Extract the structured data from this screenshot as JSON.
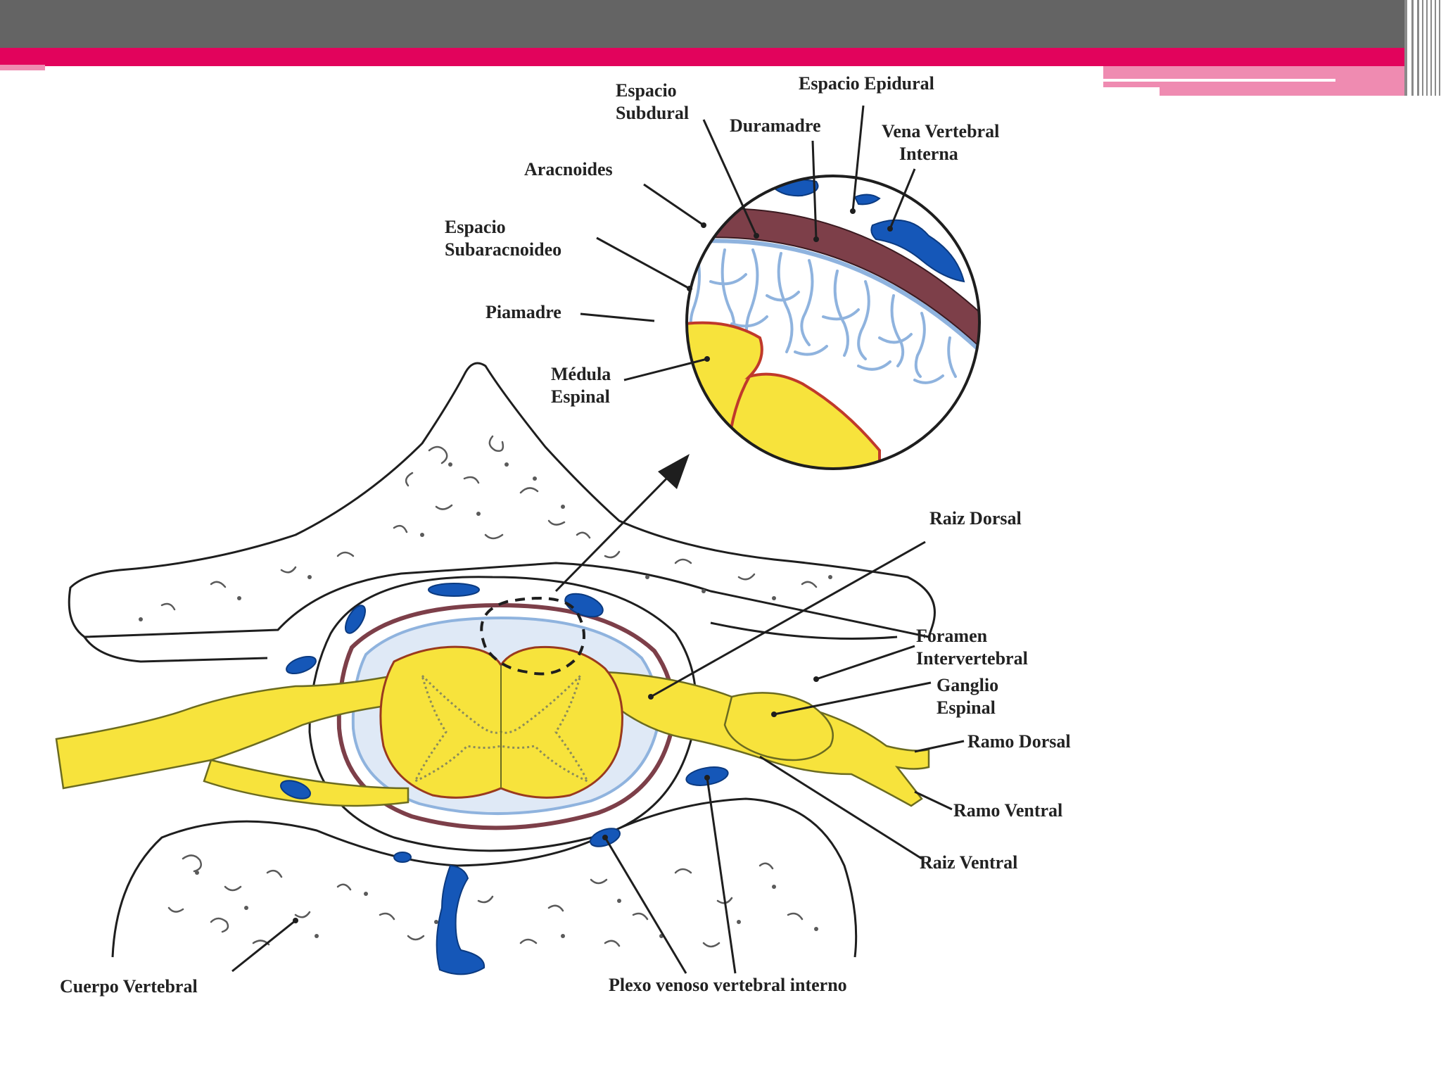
{
  "colors": {
    "header_bar": "#646464",
    "accent_pink": "#e2035c",
    "accent_pink_light": "#ef8bb1",
    "cord_yellow": "#f7e33c",
    "vein_blue": "#1557b8",
    "dura_maroon": "#7d3f49",
    "trabecula_blue": "#8fb3de",
    "line": "#1e1e1e"
  },
  "labels": {
    "espacio_subdural": [
      "Espacio",
      "Subdural"
    ],
    "espacio_epidural": "Espacio Epidural",
    "duramadre": "Duramadre",
    "vena_vertebral_interna": [
      "Vena Vertebral",
      "Interna"
    ],
    "aracnoides": "Aracnoides",
    "espacio_subaracnoideo": [
      "Espacio",
      "Subaracnoideo"
    ],
    "piamadre": "Piamadre",
    "medula_espinal": [
      "Médula",
      "Espinal"
    ],
    "raiz_dorsal": "Raiz Dorsal",
    "foramen_intervertebral": [
      "Foramen",
      "Intervertebral"
    ],
    "ganglio_espinal": [
      "Ganglio",
      "Espinal"
    ],
    "ramo_dorsal": "Ramo Dorsal",
    "ramo_ventral": "Ramo Ventral",
    "raiz_ventral": "Raiz Ventral",
    "cuerpo_vertebral": "Cuerpo Vertebral",
    "plexo_venoso": "Plexo venoso vertebral interno"
  }
}
